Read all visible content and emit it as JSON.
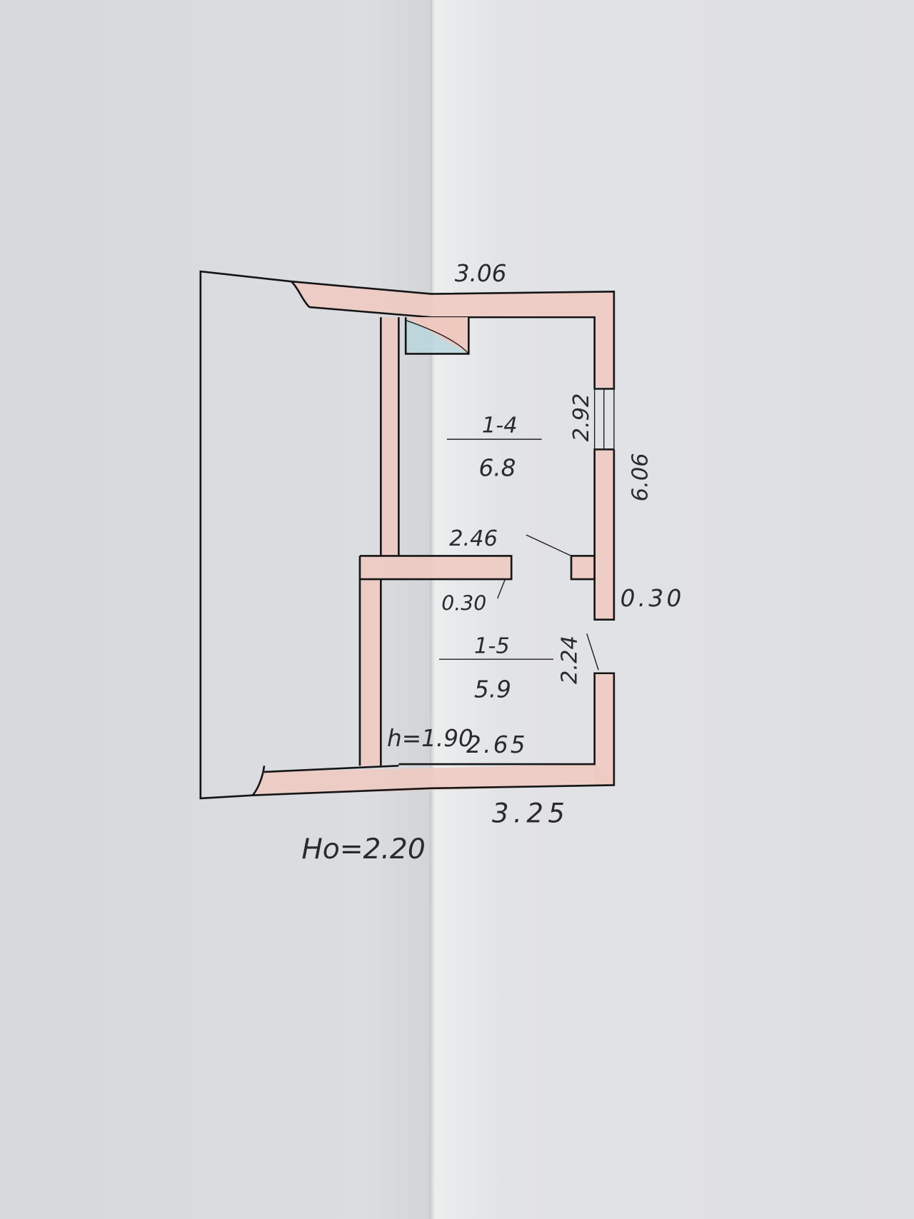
{
  "plan": {
    "top_length": "3.06",
    "window_width": "2.92",
    "room_1": {
      "number": "1-4",
      "area": "6.8"
    },
    "right_length": "6.06",
    "stove_label": "2.46",
    "partition_thickness": "0.30",
    "wall_thickness_right": "0.30",
    "door_width": "2.24",
    "room_2": {
      "number": "1-5",
      "area": "5.9"
    },
    "room_height": "h=1.90",
    "inner_length": "2.65",
    "bottom_length": "3.25",
    "floor_height": "Ho=2.20"
  },
  "colors": {
    "wall_fill": "#efc9c0",
    "stove_fill": "#b6d6dc",
    "paper": "#dcdde1"
  }
}
